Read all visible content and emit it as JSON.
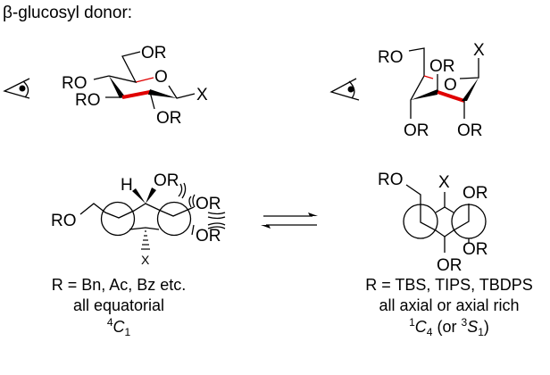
{
  "title": "β-glucosyl donor:",
  "colors": {
    "highlight": "#e00000",
    "ink": "#000000"
  },
  "labels": {
    "OR": "OR",
    "RO": "RO",
    "X": "X",
    "H": "H",
    "O": "O"
  },
  "left": {
    "line1": "R = Bn, Ac, Bz etc.",
    "line2": "all equatorial",
    "conf_sup": "4",
    "conf_main": "C",
    "conf_sub": "1"
  },
  "right": {
    "line1": "R = TBS, TIPS, TBDPS",
    "line2": "all axial or axial rich",
    "conf_sup": "1",
    "conf_main": "C",
    "conf_sub": "4",
    "alt_open": " (or ",
    "alt_sup": "3",
    "alt_main": "S",
    "alt_sub": "1",
    "alt_close": ")"
  },
  "icons": [
    "eye-icon",
    "equilibrium-arrows"
  ]
}
